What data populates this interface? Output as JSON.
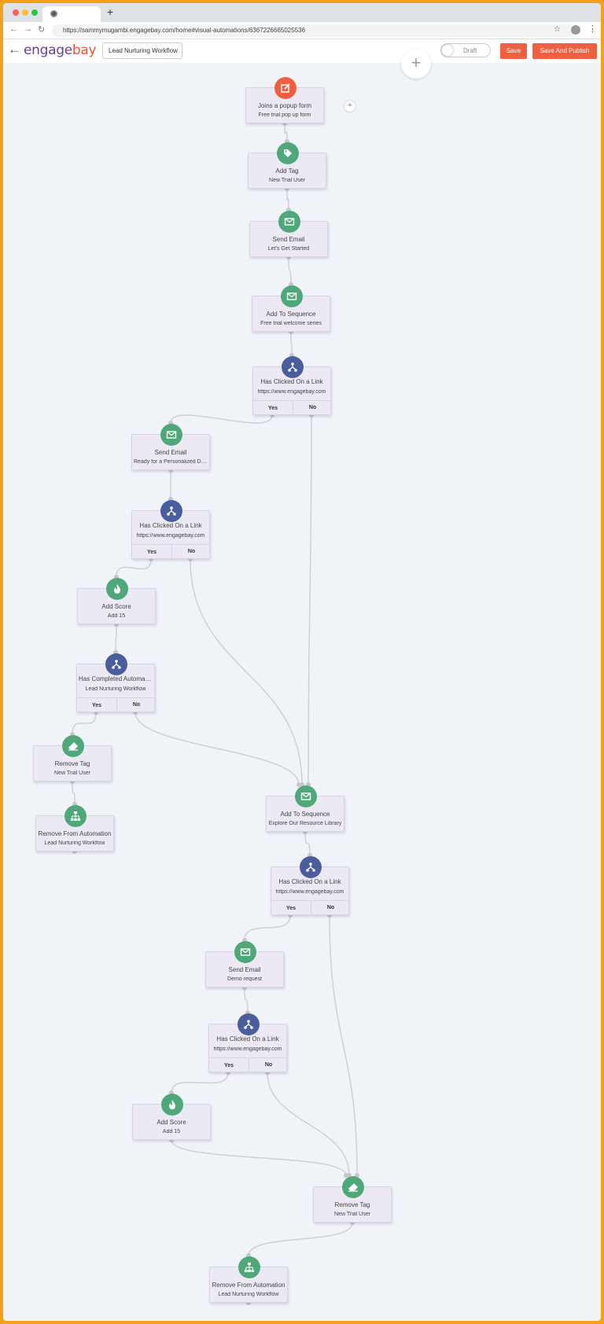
{
  "browser": {
    "url": "https://sammymugambi.engagebay.com/home#visual-automations/6367226665025536",
    "new_tab": "+"
  },
  "header": {
    "back": "←",
    "logo_part1": "engage",
    "logo_part2": "bay",
    "workflow_name": "Lead Nurturing Workflow",
    "draft_label": "Draft",
    "save_label": "Save",
    "publish_label": "Save And Publish",
    "add_label": "+"
  },
  "colors": {
    "brand": "#6a3f91",
    "accent": "#f06040",
    "action": "#4fa87a",
    "condition": "#4a5e9e",
    "trigger": "#ee6040"
  },
  "nodes": [
    {
      "id": "n1",
      "icon": "edit-icon",
      "kind": "trigger",
      "title": "Joins a popup form",
      "sub": "Free trial pop up form"
    },
    {
      "id": "n2",
      "icon": "tag-icon",
      "kind": "action",
      "title": "Add Tag",
      "sub": "New Trial User"
    },
    {
      "id": "n3",
      "icon": "mail-icon",
      "kind": "action",
      "title": "Send Email",
      "sub": "Let's Get Started"
    },
    {
      "id": "n4",
      "icon": "mail-icon",
      "kind": "action",
      "title": "Add To Sequence",
      "sub": "Free trial welcome series"
    },
    {
      "id": "n5",
      "icon": "branch-icon",
      "kind": "condition",
      "title": "Has Clicked On a Link",
      "sub": "https://www.engagebay.com",
      "yes": "Yes",
      "no": "No"
    },
    {
      "id": "n6",
      "icon": "mail-icon",
      "kind": "action",
      "title": "Send Email",
      "sub": "Ready for a Personalized Demo"
    },
    {
      "id": "n7",
      "icon": "branch-icon",
      "kind": "condition",
      "title": "Has Clicked On a Link",
      "sub": "https://www.engagebay.com",
      "yes": "Yes",
      "no": "No"
    },
    {
      "id": "n8",
      "icon": "fire-icon",
      "kind": "action",
      "title": "Add Score",
      "sub": "Add 15"
    },
    {
      "id": "n9",
      "icon": "branch-icon",
      "kind": "condition",
      "title": "Has Completed Automation",
      "sub": "Lead Nurturing Workflow",
      "yes": "Yes",
      "no": "No"
    },
    {
      "id": "n10",
      "icon": "eraser-icon",
      "kind": "action",
      "title": "Remove Tag",
      "sub": "New Trial User"
    },
    {
      "id": "n11",
      "icon": "sitemap-icon",
      "kind": "action",
      "title": "Remove From Automation",
      "sub": "Lead Nurturing Workflow"
    },
    {
      "id": "n12",
      "icon": "mail-icon",
      "kind": "action",
      "title": "Add To Sequence",
      "sub": "Explore Our Resource Library"
    },
    {
      "id": "n13",
      "icon": "branch-icon",
      "kind": "condition",
      "title": "Has Clicked On a Link",
      "sub": "https://www.engagebay.com",
      "yes": "Yes",
      "no": "No"
    },
    {
      "id": "n14",
      "icon": "mail-icon",
      "kind": "action",
      "title": "Send Email",
      "sub": "Demo request"
    },
    {
      "id": "n15",
      "icon": "branch-icon",
      "kind": "condition",
      "title": "Has Clicked On a Link",
      "sub": "https://www.engagebay.com",
      "yes": "Yes",
      "no": "No"
    },
    {
      "id": "n16",
      "icon": "fire-icon",
      "kind": "action",
      "title": "Add Score",
      "sub": "Add 15"
    },
    {
      "id": "n17",
      "icon": "eraser-icon",
      "kind": "action",
      "title": "Remove Tag",
      "sub": "New Trial User"
    },
    {
      "id": "n18",
      "icon": "sitemap-icon",
      "kind": "action",
      "title": "Remove From Automation",
      "sub": "Lead Nurturing Workflow"
    }
  ]
}
